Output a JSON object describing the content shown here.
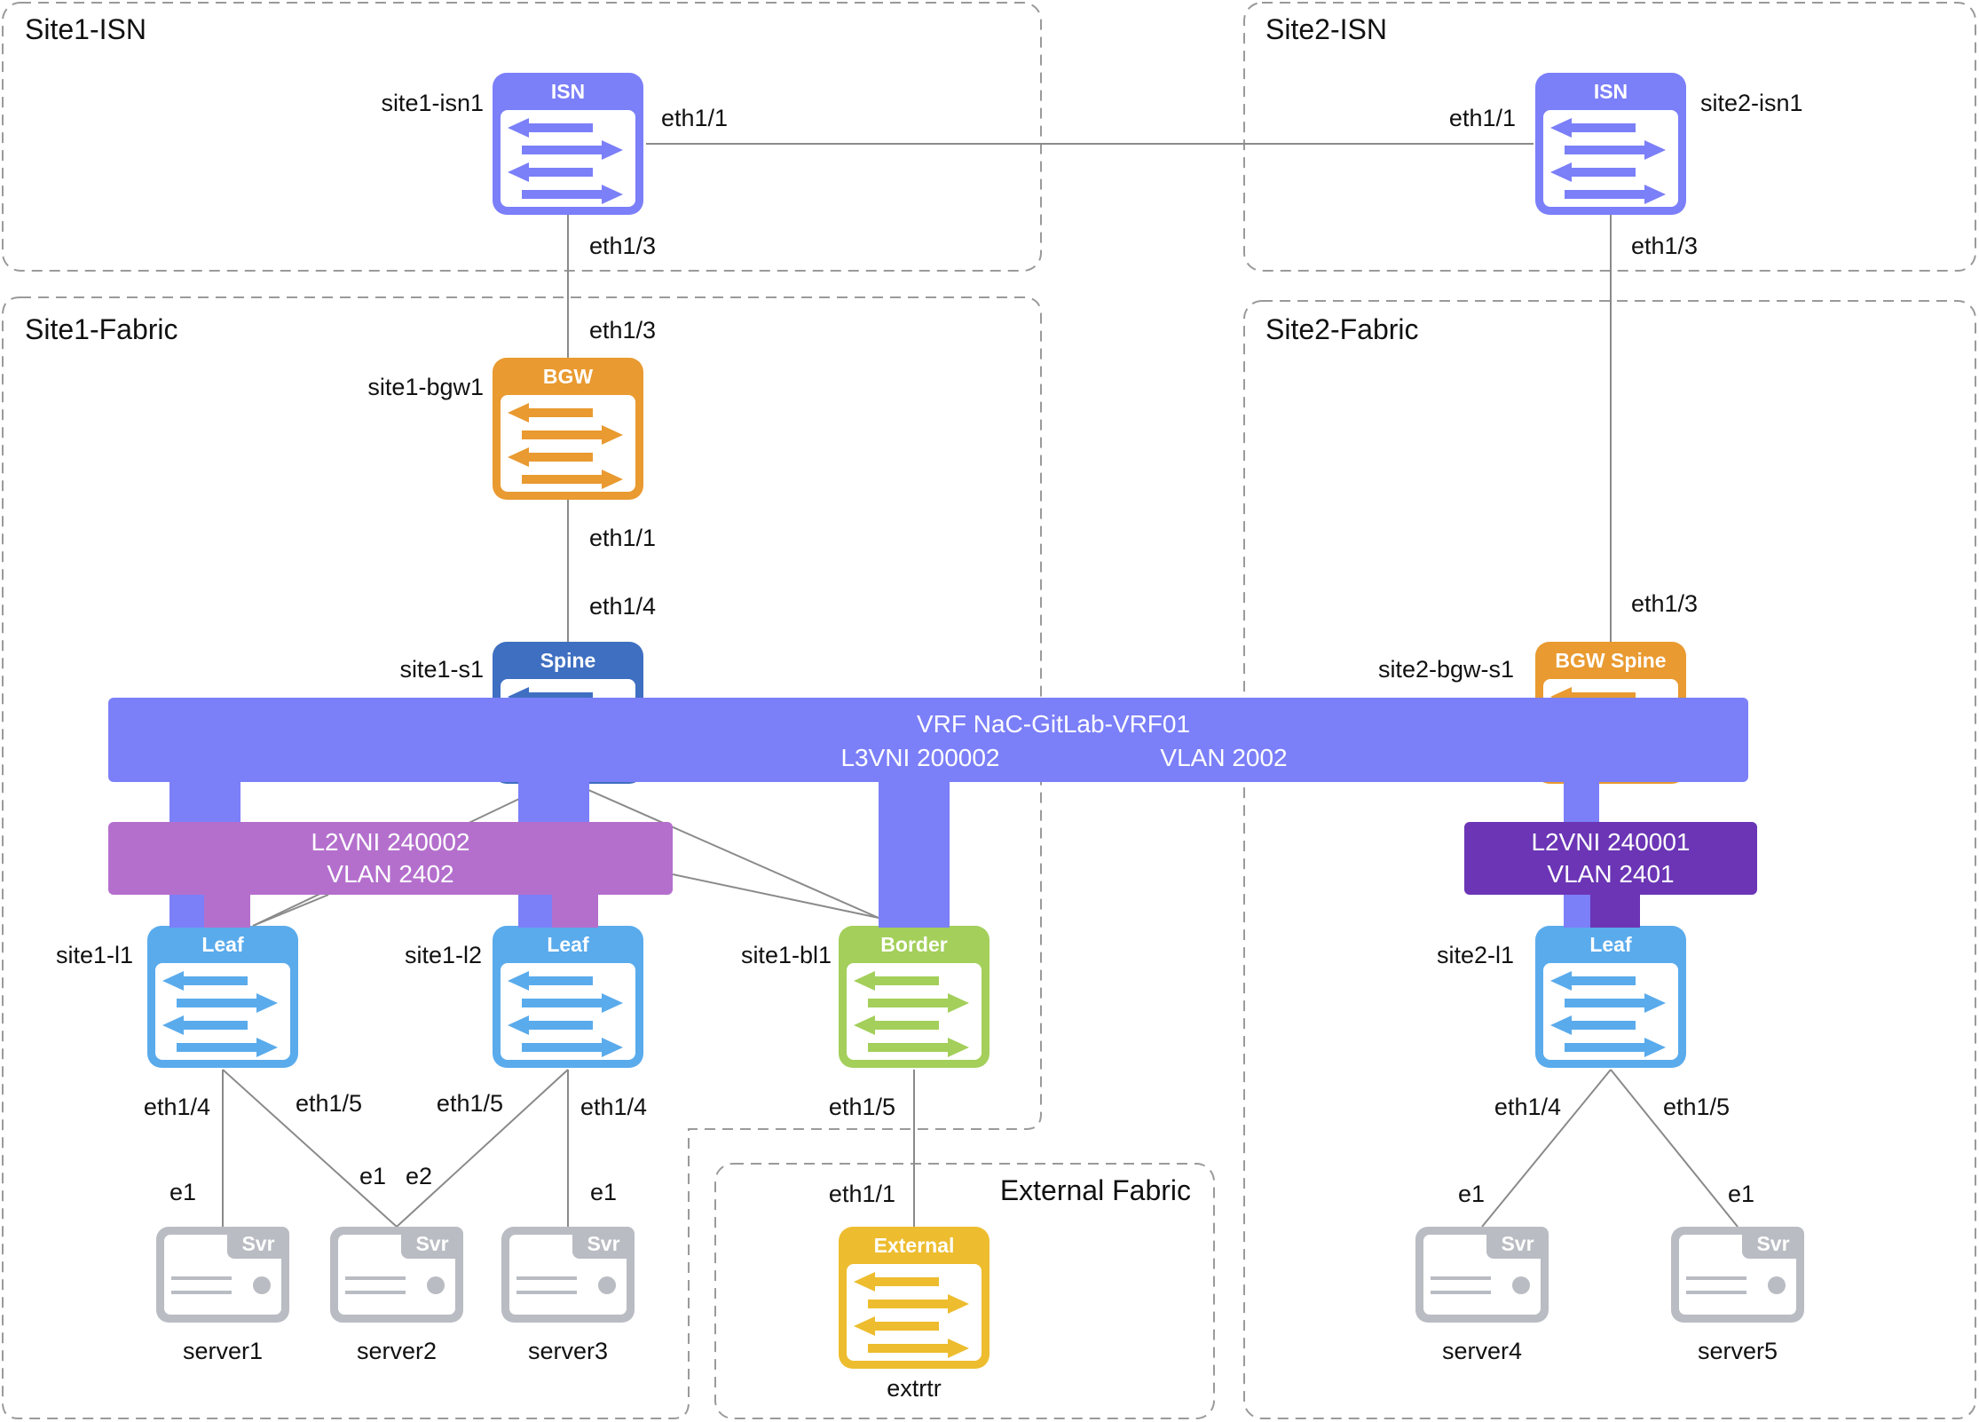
{
  "regions": {
    "site1_isn": "Site1-ISN",
    "site2_isn": "Site2-ISN",
    "site1_fabric": "Site1-Fabric",
    "site2_fabric": "Site2-Fabric",
    "external_fabric": "External Fabric"
  },
  "devices": {
    "site1_isn1": {
      "badge": "ISN",
      "name": "site1-isn1",
      "color": "#7b7ff8",
      "icon": "switch-icon"
    },
    "site2_isn1": {
      "badge": "ISN",
      "name": "site2-isn1",
      "color": "#7b7ff8",
      "icon": "switch-icon"
    },
    "site1_bgw1": {
      "badge": "BGW",
      "name": "site1-bgw1",
      "color": "#e99a30",
      "icon": "switch-icon"
    },
    "site1_s1": {
      "badge": "Spine",
      "name": "site1-s1",
      "color": "#3e6fc1",
      "icon": "switch-icon"
    },
    "site2_bgw_s1": {
      "badge": "BGW Spine",
      "name": "site2-bgw-s1",
      "color": "#e99a30",
      "icon": "switch-icon"
    },
    "site1_l1": {
      "badge": "Leaf",
      "name": "site1-l1",
      "color": "#5aabec",
      "icon": "switch-icon"
    },
    "site1_l2": {
      "badge": "Leaf",
      "name": "site1-l2",
      "color": "#5aabec",
      "icon": "switch-icon"
    },
    "site1_bl1": {
      "badge": "Border",
      "name": "site1-bl1",
      "color": "#a3cf5a",
      "icon": "switch-icon"
    },
    "site2_l1": {
      "badge": "Leaf",
      "name": "site2-l1",
      "color": "#5aabec",
      "icon": "switch-icon"
    },
    "extrtr": {
      "badge": "External",
      "name": "extrtr",
      "color": "#edbd2f",
      "icon": "switch-icon"
    }
  },
  "servers": {
    "server1": {
      "badge": "Svr",
      "name": "server1",
      "color": "#b9bcc2",
      "icon": "server-icon"
    },
    "server2": {
      "badge": "Svr",
      "name": "server2",
      "color": "#b9bcc2",
      "icon": "server-icon"
    },
    "server3": {
      "badge": "Svr",
      "name": "server3",
      "color": "#b9bcc2",
      "icon": "server-icon"
    },
    "server4": {
      "badge": "Svr",
      "name": "server4",
      "color": "#b9bcc2",
      "icon": "server-icon"
    },
    "server5": {
      "badge": "Svr",
      "name": "server5",
      "color": "#b9bcc2",
      "icon": "server-icon"
    }
  },
  "ports": {
    "isn1_eth1_1": "eth1/1",
    "isn1_eth1_3": "eth1/3",
    "isn2_eth1_1": "eth1/1",
    "isn2_eth1_3": "eth1/3",
    "bgw1_eth1_3": "eth1/3",
    "bgw1_eth1_1": "eth1/1",
    "s1_eth1_4": "eth1/4",
    "bgws1_eth1_3": "eth1/3",
    "l1_eth1_4": "eth1/4",
    "l1_eth1_5": "eth1/5",
    "l2_eth1_5": "eth1/5",
    "l2_eth1_4": "eth1/4",
    "bl1_eth1_5": "eth1/5",
    "ext_eth1_1": "eth1/1",
    "s2l1_eth1_4": "eth1/4",
    "s2l1_eth1_5": "eth1/5",
    "srv1_e1": "e1",
    "srv2_e1": "e1",
    "srv2_e2": "e2",
    "srv3_e1": "e1",
    "srv4_e1": "e1",
    "srv5_e1": "e1"
  },
  "vrf": {
    "title": "VRF NaC-GitLab-VRF01",
    "l3vni": "L3VNI 200002",
    "vlan": "VLAN 2002",
    "color": "#7b7ff8"
  },
  "l2vni_site1": {
    "vni": "L2VNI 240002",
    "vlan": "VLAN 2402",
    "color": "#b46fcd"
  },
  "l2vni_site2": {
    "vni": "L2VNI 240001",
    "vlan": "VLAN 2401",
    "color": "#6b35b5"
  }
}
